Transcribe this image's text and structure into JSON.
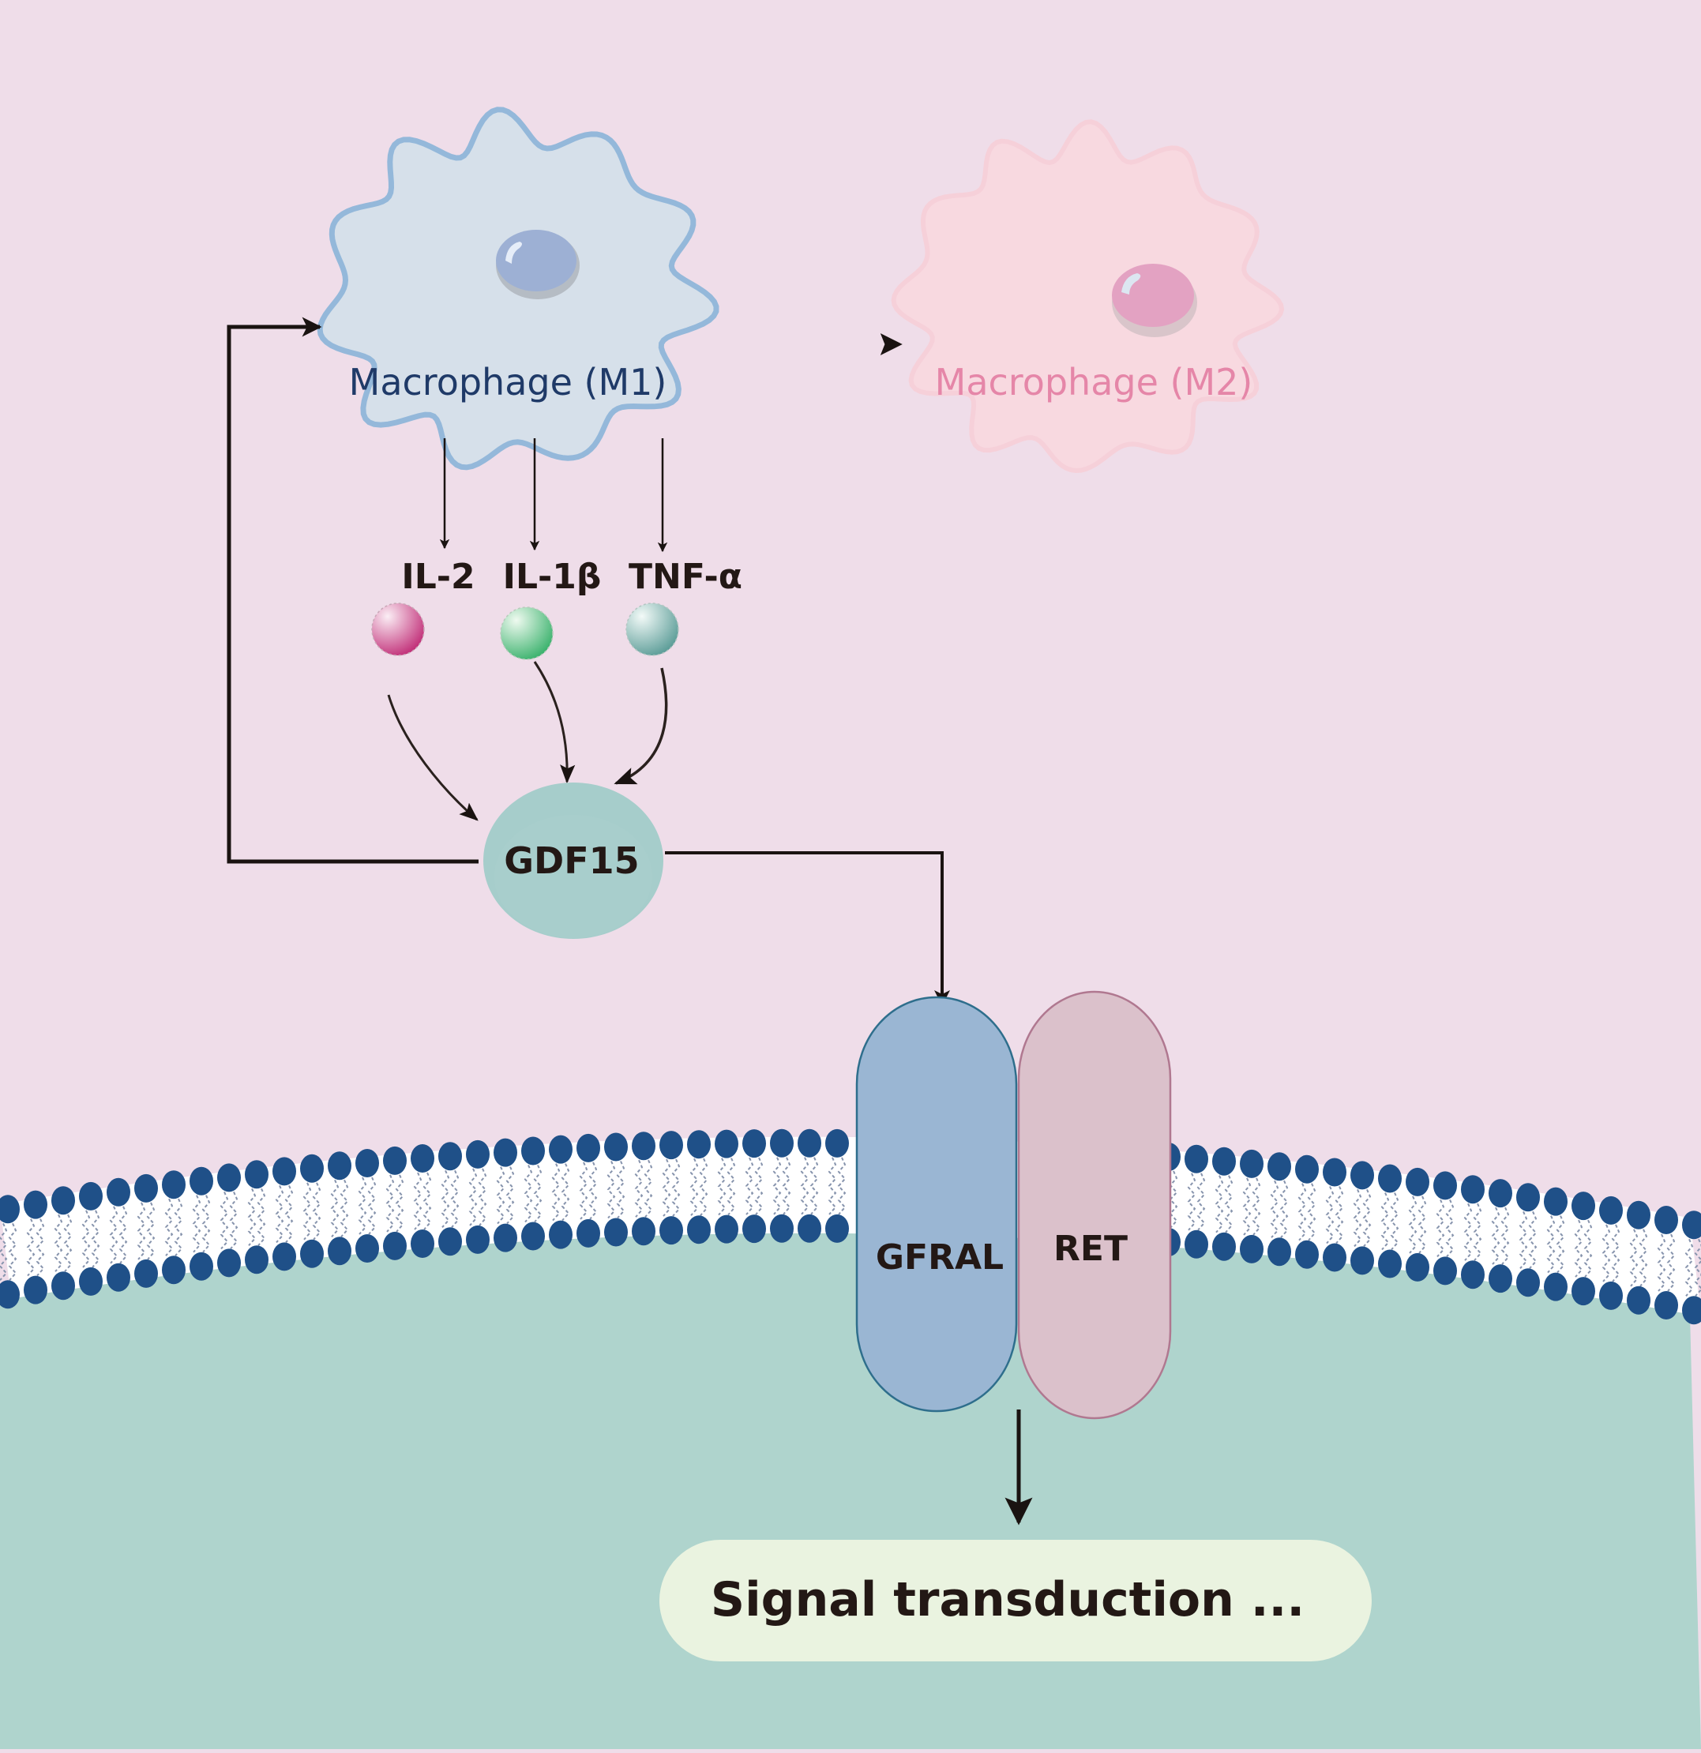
{
  "diagram": {
    "title": "GDF15 signaling and macrophage polarization",
    "colors": {
      "extracellular_bg": "#efdde9",
      "cytoplasm_bg": "#afd4cd",
      "membrane_head": "#1f5088",
      "membrane_core": "#ffffff",
      "m1_fill": "#d6e0ea",
      "m1_outline": "#94b8da",
      "m2_fill": "#f9d9e0",
      "gdf15_fill": "#a6cdcb",
      "gfral_fill": "#9ab6d3",
      "gfral_outline": "#2e6e8c",
      "ret_fill": "#dbc1cb",
      "ret_outline": "#b07890",
      "signal_box_fill": "#eaf3e0",
      "arrow": "#1a1311"
    },
    "nodes": {
      "macrophage_m1": {
        "label": "Macrophage (M1)"
      },
      "macrophage_m2": {
        "label": "Macrophage (M2)"
      },
      "cytokines": [
        {
          "label": "IL-2",
          "color": "#c2327a"
        },
        {
          "label": "IL-1β",
          "color": "#3eb36f"
        },
        {
          "label": "TNF-α",
          "color": "#5e9e99"
        }
      ],
      "gdf15": {
        "label": "GDF15"
      },
      "gfral": {
        "label": "GFRAL"
      },
      "ret": {
        "label": "RET"
      },
      "signal": {
        "label": "Signal transduction ..."
      }
    },
    "edges": [
      {
        "from": "Macrophage (M1)",
        "to": "Macrophage (M2)"
      },
      {
        "from": "Macrophage (M1)",
        "to": "IL-2"
      },
      {
        "from": "Macrophage (M1)",
        "to": "IL-1β"
      },
      {
        "from": "Macrophage (M1)",
        "to": "TNF-α"
      },
      {
        "from": "IL-2",
        "to": "GDF15"
      },
      {
        "from": "IL-1β",
        "to": "GDF15"
      },
      {
        "from": "TNF-α",
        "to": "GDF15"
      },
      {
        "from": "GDF15",
        "to": "Macrophage (M1)"
      },
      {
        "from": "GDF15",
        "to": "GFRAL"
      },
      {
        "from": "GFRAL/RET",
        "to": "Signal transduction ..."
      }
    ]
  }
}
